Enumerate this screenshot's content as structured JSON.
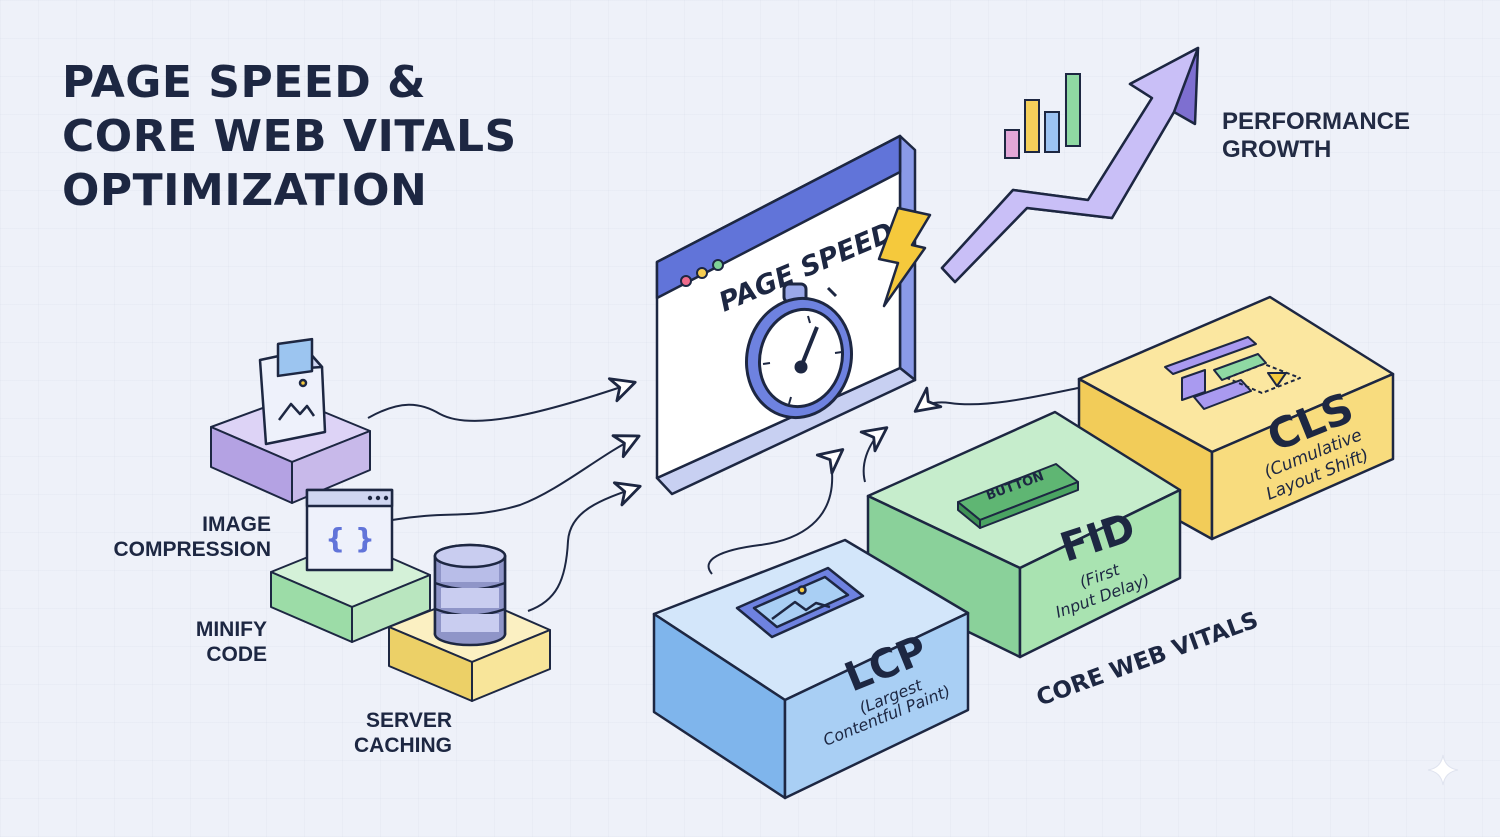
{
  "title": {
    "lines": [
      "PAGE SPEED &",
      "CORE WEB VITALS",
      "OPTIMIZATION"
    ]
  },
  "performance": {
    "lines": [
      "PERFORMANCE",
      "GROWTH"
    ]
  },
  "browser": {
    "heading": "PAGE SPEED"
  },
  "techniques": [
    {
      "lines": [
        "IMAGE",
        "COMPRESSION"
      ],
      "color": "#c8b9ea"
    },
    {
      "lines": [
        "MINIFY",
        "CODE"
      ],
      "color": "#b9e6bf"
    },
    {
      "lines": [
        "SERVER",
        "CACHING"
      ],
      "color": "#f8e59a"
    }
  ],
  "vitals": {
    "group_label": "CORE WEB VITALS",
    "lcp": {
      "abbr": "LCP",
      "desc": [
        "(Largest",
        "Contentful Paint)"
      ],
      "color": "#a9cff4"
    },
    "fid": {
      "abbr": "FID",
      "desc": [
        "(First",
        "Input Delay)"
      ],
      "button": "BUTTON",
      "color": "#a9e3b1"
    },
    "cls": {
      "abbr": "CLS",
      "desc": [
        "(Cumulative",
        "Layout Shift)"
      ],
      "color": "#f8dc7e"
    }
  },
  "colors": {
    "ink": "#1d2742",
    "accent": "#5b6fd6",
    "purple": "#a99af0",
    "bolt": "#f5c93c"
  }
}
